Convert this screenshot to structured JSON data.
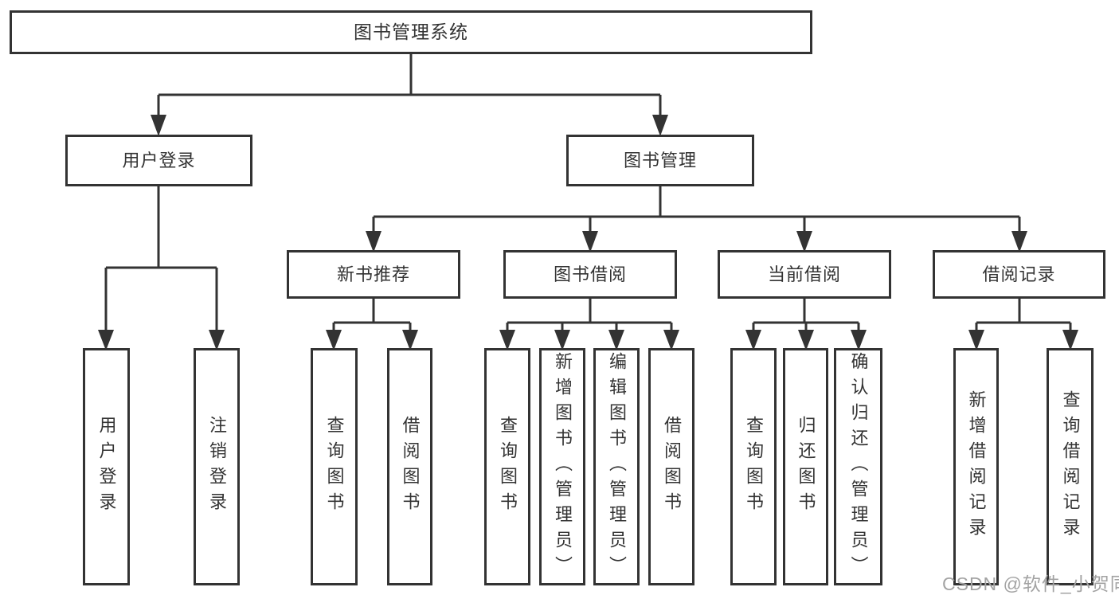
{
  "diagram": {
    "root": {
      "label": "图书管理系统"
    },
    "branches": [
      {
        "label": "用户登录",
        "children": [
          {
            "label": "用户登录"
          },
          {
            "label": "注销登录"
          }
        ]
      },
      {
        "label": "图书管理",
        "children": [
          {
            "label": "新书推荐",
            "children": [
              {
                "label": "查询图书"
              },
              {
                "label": "借阅图书"
              }
            ]
          },
          {
            "label": "图书借阅",
            "children": [
              {
                "label": "查询图书"
              },
              {
                "label": "新增图书（管理员）"
              },
              {
                "label": "编辑图书（管理员）"
              },
              {
                "label": "借阅图书"
              }
            ]
          },
          {
            "label": "当前借阅",
            "children": [
              {
                "label": "查询图书"
              },
              {
                "label": "归还图书"
              },
              {
                "label": "确认归还（管理员）"
              }
            ]
          },
          {
            "label": "借阅记录",
            "children": [
              {
                "label": "新增借阅记录"
              },
              {
                "label": "查询借阅记录"
              }
            ]
          }
        ]
      }
    ]
  },
  "watermark": {
    "text": "CSDN @软件_小贺同学"
  },
  "colors": {
    "line": "#333333",
    "text": "#333333",
    "box_background": "#ffffff",
    "watermark": "#a3a3a3"
  }
}
